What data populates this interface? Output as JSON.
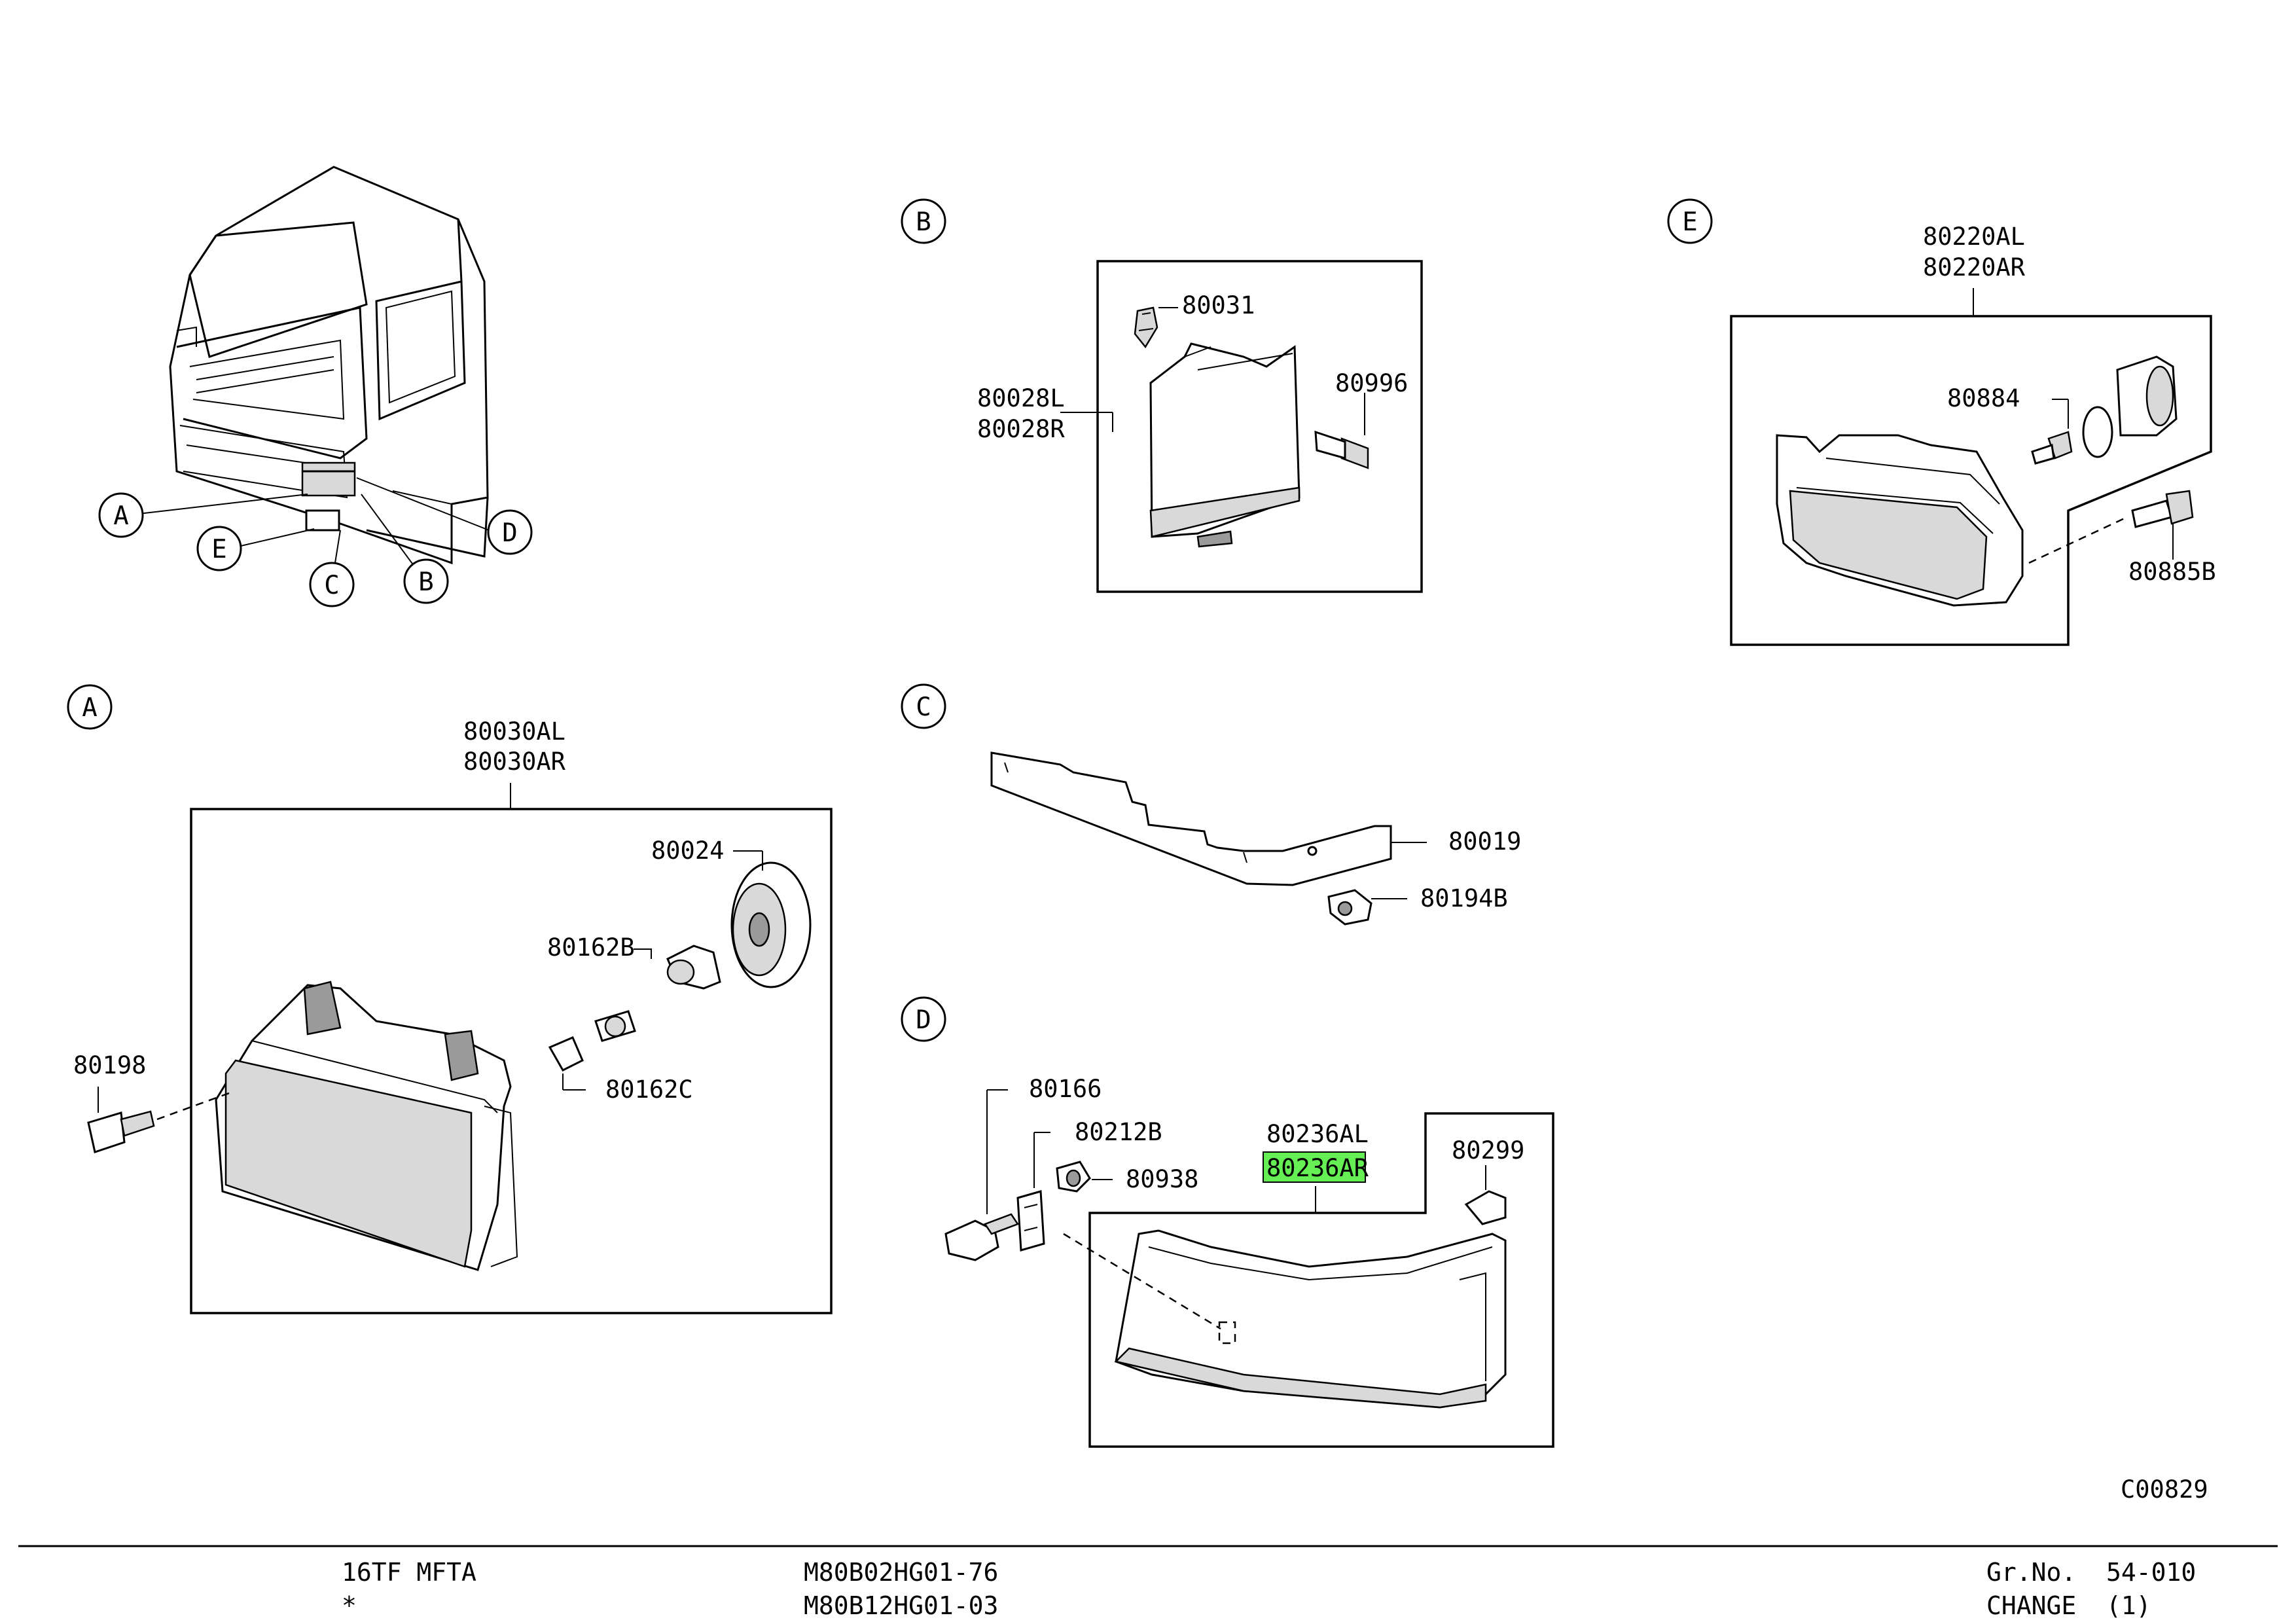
{
  "callouts": {
    "A": "A",
    "B": "B",
    "C": "C",
    "D": "D",
    "E": "E"
  },
  "overview": {
    "pointers": [
      "A",
      "E",
      "C",
      "B",
      "D"
    ]
  },
  "section_b": {
    "parts": [
      "80031",
      "80996",
      "80028L",
      "80028R"
    ]
  },
  "section_e": {
    "parts": [
      "80220AL",
      "80220AR",
      "80884",
      "80885B"
    ]
  },
  "section_a": {
    "parts": [
      "80030AL",
      "80030AR",
      "80024",
      "80162B",
      "80198",
      "80162C"
    ]
  },
  "section_c": {
    "parts": [
      "80019",
      "80194B"
    ]
  },
  "section_d": {
    "parts": [
      "80166",
      "80212B",
      "80938",
      "80236AL",
      "80236AR",
      "80299"
    ],
    "highlight_color": "#66ee55"
  },
  "drawing_code": "C00829",
  "footer": {
    "model": "16TF  MFTA",
    "asterisk": "*",
    "code1": "M80B02HG01-76",
    "code2": "M80B12HG01-03",
    "grno_label": "Gr.No.",
    "grno_value": "54-010",
    "change_label": "CHANGE",
    "change_value": "(1)"
  }
}
